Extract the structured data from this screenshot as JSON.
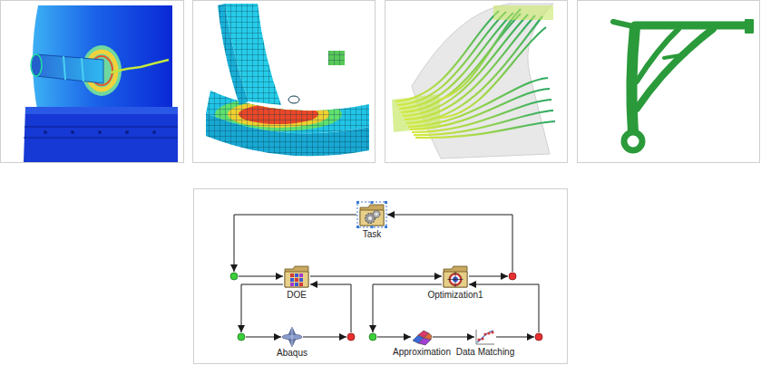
{
  "diagram": {
    "nodes": [
      {
        "text": [
          "Task"
        ]
      },
      {
        "text": [
          "DOE"
        ]
      },
      {
        "text": [
          "Optimization1"
        ]
      },
      {
        "text": [
          "Abaqus"
        ]
      },
      {
        "text": [
          "Approximation"
        ]
      },
      {
        "text": [
          "Data Matching"
        ]
      }
    ],
    "edges": [
      {
        "from": 0,
        "to": 1,
        "arrow": "to"
      },
      {
        "from": 1,
        "to": 2,
        "arrow": "to"
      },
      {
        "from": 2,
        "to": 0,
        "arrow": "to"
      },
      {
        "from": 1,
        "to": 3,
        "arrow": "to"
      },
      {
        "from": 3,
        "to": 1,
        "arrow": "to"
      },
      {
        "from": 2,
        "to": 4,
        "arrow": "to"
      },
      {
        "from": 4,
        "to": 5,
        "arrow": "to"
      },
      {
        "from": 5,
        "to": 2,
        "arrow": "to"
      }
    ]
  }
}
